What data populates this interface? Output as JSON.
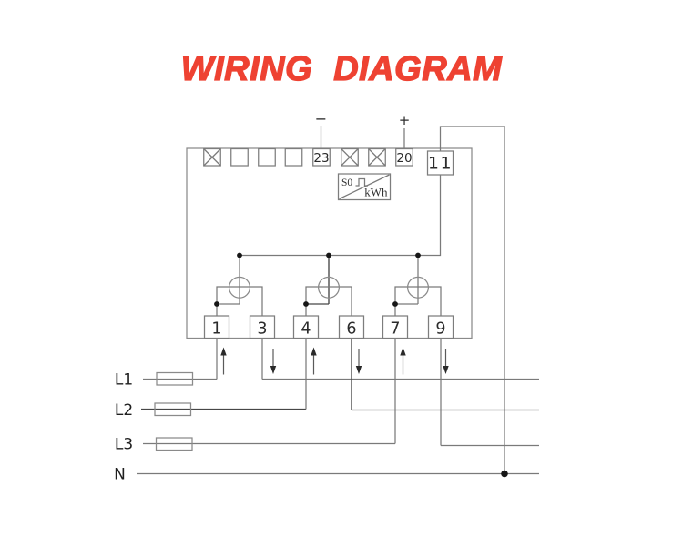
{
  "title": "WIRING DIAGRAM",
  "colors": {
    "title_red": "#ee4232",
    "wire": "#7a7a7a",
    "wire_dark": "#474747",
    "ink": "#2b2b2b"
  },
  "meter": {
    "pulse_output": {
      "minus_label": "−",
      "plus_label": "+",
      "minus_terminal": "23",
      "plus_terminal": "20"
    },
    "neutral_terminal": "11",
    "register": {
      "interface_label": "S0",
      "unit_label": "kWh"
    },
    "bottom_terminals": [
      "1",
      "3",
      "4",
      "6",
      "7",
      "9"
    ]
  },
  "supply_lines": [
    {
      "label": "L1"
    },
    {
      "label": "L2"
    },
    {
      "label": "L3"
    },
    {
      "label": "N"
    }
  ]
}
